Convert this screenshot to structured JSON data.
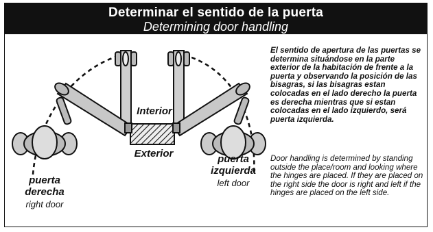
{
  "header": {
    "title_es": "Determinar el sentido de la puerta",
    "title_en": "Determining door handling"
  },
  "diagram": {
    "interior_label": "Interior",
    "exterior_label": "Exterior",
    "right_door": {
      "label_es_line1": "puerta",
      "label_es_line2": "derecha",
      "label_en": "right door"
    },
    "left_door": {
      "label_es_line1": "puerta",
      "label_es_line2": "izquierda",
      "label_en": "left door"
    }
  },
  "description": {
    "spanish": "El sentido de apertura de las puertas se determina situándose en la parte exterior de la habitación de frente a la puerta y observando la posición de las bisagras, si las bisagras estan colocadas en el lado derecho la puerta es derecha mientras que si estan colocadas en el lado izquierdo, será puerta izquierda.",
    "english": "Door handling is determined by standing outside the place/room and looking where the hinges are placed. If they are placed on the right side the door is right and left if the hinges are placed on the left side."
  }
}
